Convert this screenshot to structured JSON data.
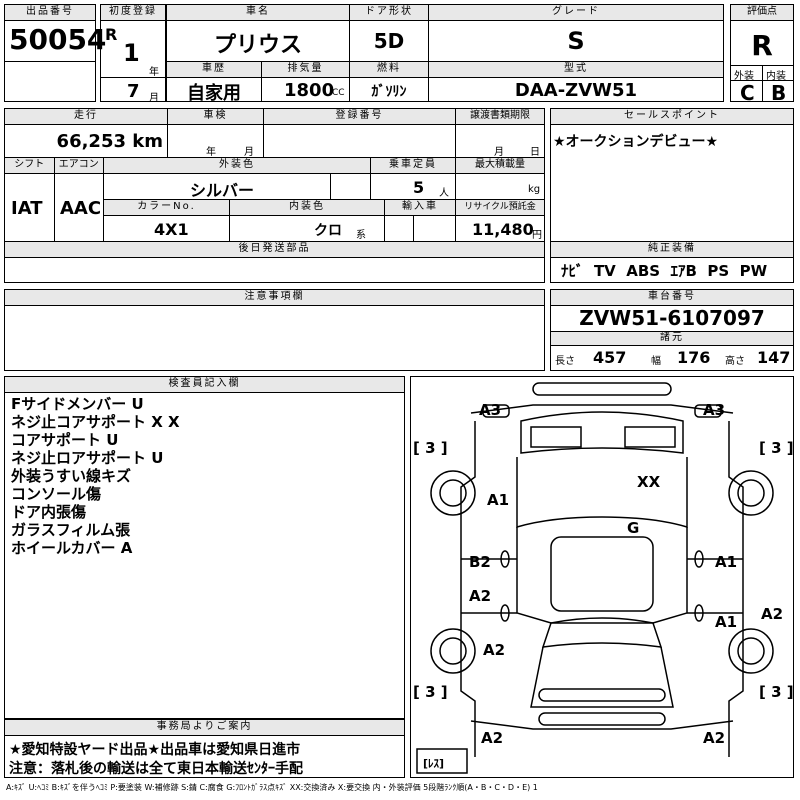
{
  "header": {
    "lot_label": "出品番号",
    "lot_value": "50054",
    "first_reg_label": "初度登録",
    "era": "R",
    "year_num": "1",
    "year_unit": "年",
    "month_num": "7",
    "month_unit": "月",
    "car_name_label": "車名",
    "car_name": "プリウス",
    "door_label": "ドア形状",
    "door_value": "5D",
    "grade_label": "グレード",
    "grade_value": "S",
    "score_label": "評価点",
    "score_value": "R",
    "history_label": "車歴",
    "history_value": "自家用",
    "displacement_label": "排気量",
    "displacement_value": "1800",
    "displacement_unit": "CC",
    "fuel_label": "燃料",
    "fuel_value": "ｶﾞｿﾘﾝ",
    "model_label": "型式",
    "model_value": "DAA-ZVW51",
    "exterior_label": "外装",
    "exterior_value": "C",
    "interior_label": "内装",
    "interior_value": "B"
  },
  "row2": {
    "mileage_label": "走行",
    "mileage_value": "66,253 km",
    "inspection_label": "車検",
    "inspection_year": "年",
    "inspection_month": "月",
    "regnum_label": "登録番号",
    "transfer_label": "譲渡書類期限",
    "transfer_month": "月",
    "transfer_day": "日",
    "sales_label": "セールスポイント",
    "sales_text": "★オークションデビュー★"
  },
  "row3": {
    "shift_label": "シフト",
    "shift_value": "IAT",
    "ac_label": "エアコン",
    "ac_value": "AAC",
    "color_label": "外装色",
    "color_value": "シルバー",
    "capacity_label": "乗車定員",
    "capacity_value": "5",
    "capacity_unit": "人",
    "maxload_label": "最大積載量",
    "maxload_unit": "kg",
    "colorno_label": "カラーNo.",
    "colorno_value": "4X1",
    "intcolor_label": "内装色",
    "intcolor_value": "クロ",
    "intcolor_unit": "系",
    "import_label": "輸入車",
    "recycle_label": "リサイクル預託金",
    "recycle_value": "11,480",
    "recycle_unit": "円"
  },
  "parts": {
    "later_label": "後日発送部品",
    "genuine_label": "純正装備",
    "genuine_value": "ﾅﾋﾞ  TV  ABS  ｴｱB  PS  PW"
  },
  "caution": {
    "label": "注意事項欄",
    "chassis_label": "車台番号",
    "chassis_value": "ZVW51-6107097",
    "spec_label": "諸元",
    "length_label": "長さ",
    "length_value": "457",
    "width_label": "幅",
    "width_value": "176",
    "height_label": "高さ",
    "height_value": "147"
  },
  "inspector": {
    "label": "検査員記入欄",
    "notes": [
      "Fサイドメンバー U",
      "ネジ止コアサポート X X",
      "コアサポート U",
      "ネジ止ロアサポート U",
      "外装うすい線キズ",
      "コンソール傷",
      "ドア内張傷",
      "ガラスフィルム張",
      "ホイールカバー A"
    ]
  },
  "office": {
    "label": "事務局よりご案内",
    "line1": "★愛知特設ヤード出品★出品車は愛知県日進市",
    "line2": "注意：落札後の輸送は全て東日本輸送ｾﾝﾀｰ手配"
  },
  "diagram": {
    "marks": {
      "a3_left": "A3",
      "a3_right": "A3",
      "b3_tl": "[ 3 ]",
      "b3_tr": "[ 3 ]",
      "xx": "XX",
      "a1_left_front": "A1",
      "g": "G",
      "b2": "B2",
      "a1_right_1": "A1",
      "a2_left_mid": "A2",
      "a2_right": "A2",
      "a1_right_2": "A1",
      "a2_left_rear": "A2",
      "b3_bl": "[ 3 ]",
      "b3_br": "[ 3 ]",
      "a2_bl": "A2",
      "a2_br": "A2",
      "spare": "[ﾚｽ]"
    }
  },
  "legend": "A:ｷｽﾞ  U:ﾍｺﾐ  B:ｷｽﾞを伴うﾍｺﾐ  P:要塗装  W:補修跡  S:錆  C:腐食  G:ﾌﾛﾝﾄｶﾞﾗｽ点ｷｽﾞ  XX:交換済み  X:要交換   内・外装評価  5段階ﾗﾝｸ順(A・B・C・D・E) 1"
}
